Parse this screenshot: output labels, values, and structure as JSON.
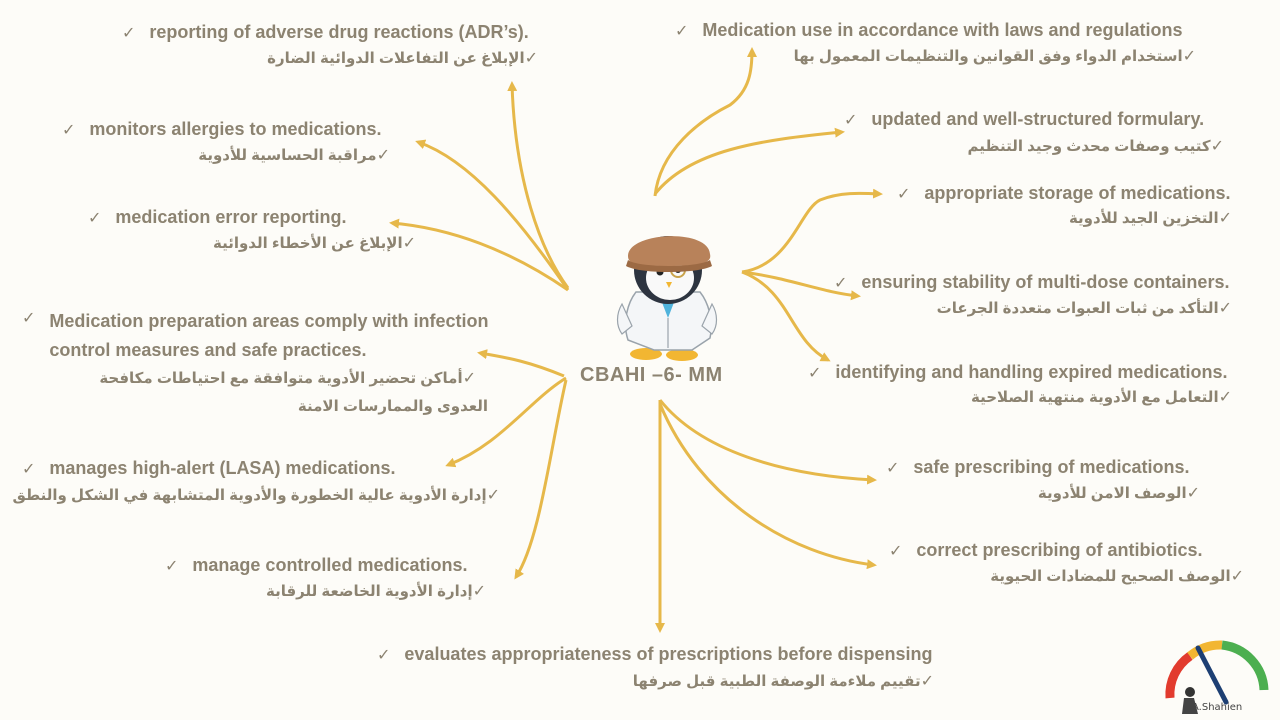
{
  "center": {
    "title": "CBAHI –6- MM"
  },
  "check_mark": "✓",
  "left_items": [
    {
      "en": "reporting of adverse drug reactions (ADR’s).",
      "ar": "الإبلاغ عن التفاعلات الدوائية الضارة"
    },
    {
      "en": "monitors allergies to medications.",
      "ar": "مراقبة الحساسية للأدوية"
    },
    {
      "en": "medication error reporting.",
      "ar": "الإبلاغ عن الأخطاء الدوائية"
    },
    {
      "en": "Medication preparation areas comply with infection control measures and safe practices.",
      "ar": "أماكن تحضير الأدوية متوافقة مع احتياطات مكافحة العدوى والممارسات الامنة"
    },
    {
      "en": "manages high-alert (LASA) medications.",
      "ar": "إدارة الأدوية عالية الخطورة والأدوية المتشابهة في الشكل والنطق"
    },
    {
      "en": "manage controlled medications.",
      "ar": "إدارة الأدوية الخاضعة للرقابة"
    }
  ],
  "right_items": [
    {
      "en": "Medication use in accordance with laws and regulations",
      "ar": "استخدام الدواء وفق القوانين والتنظيمات المعمول بها"
    },
    {
      "en": "updated and well-structured formulary.",
      "ar": "كتيب وصفات محدث وجيد التنظيم"
    },
    {
      "en": "appropriate storage of medications.",
      "ar": "التخزين الجيد للأدوية"
    },
    {
      "en": "ensuring stability of multi-dose containers.",
      "ar": "التأكد من ثبات العبوات متعددة الجرعات"
    },
    {
      "en": "identifying and handling expired medications.",
      "ar": "التعامل مع الأدوية منتهية الصلاحية"
    },
    {
      "en": "safe prescribing of medications.",
      "ar": "الوصف الامن للأدوية"
    },
    {
      "en": "correct prescribing of antibiotics.",
      "ar": "الوصف الصحيح للمضادات الحيوية"
    }
  ],
  "bottom_item": {
    "en": "evaluates appropriateness of prescriptions before dispensing",
    "ar": "تقييم ملاءمة الوصفة الطبية قبل صرفها"
  },
  "logo": {
    "label": "A.Shahien"
  },
  "colors": {
    "text": "#8c8371",
    "arrow": "#e6b84a",
    "background": "#fdfcf8"
  }
}
